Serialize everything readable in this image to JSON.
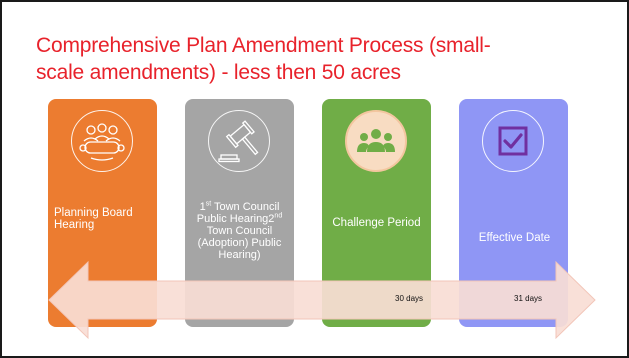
{
  "title": {
    "line1": "Comprehensive Plan Amendment Process (small-",
    "line2": "scale amendments) - less then 50 acres"
  },
  "steps": [
    {
      "icon": "meeting-table-icon",
      "label": "Planning Board Hearing"
    },
    {
      "icon": "gavel-icon",
      "label_a": "1",
      "sup_a": "st",
      "label_b": " Town Council Public Hearing2",
      "sup_b": "nd",
      "label_c": " Town Council (Adoption) Public Hearing)"
    },
    {
      "icon": "group-icon",
      "label": "Challenge Period"
    },
    {
      "icon": "checkbox-icon",
      "label": "Effective Date"
    }
  ],
  "timeline": {
    "label_30": "30 days",
    "label_31": "31 days"
  },
  "colors": {
    "title": "#e8222b",
    "step1": "#ec7c30",
    "step2": "#a5a5a5",
    "step3": "#70ad47",
    "step4": "#8f96f5",
    "arrow": "#f9ddd5",
    "group_icon": "#70ad47",
    "check_icon": "#7030a0"
  }
}
